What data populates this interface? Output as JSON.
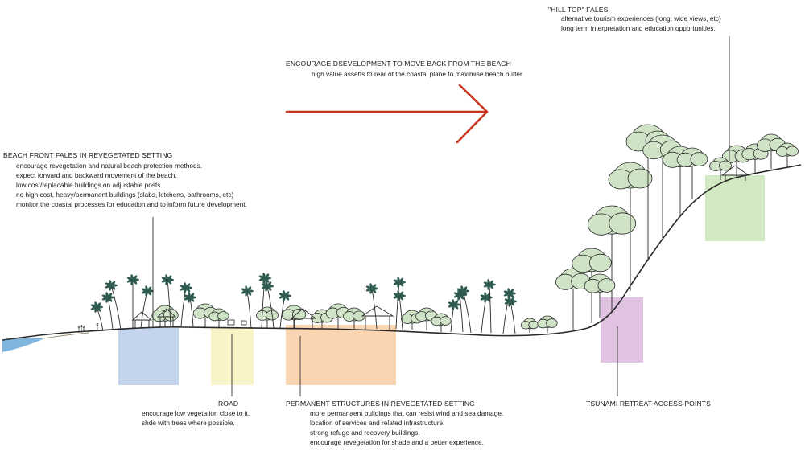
{
  "hilltop": {
    "title": "\"HILL TOP\" FALES",
    "lines": [
      "alternative tourism experiences (long, wide views, etc)",
      "long term interpretation and education opportunities."
    ],
    "color": "#c6e3b4"
  },
  "arrow_note": {
    "title": "ENCOURAGE DSEVELOPMENT TO MOVE BACK FROM THE BEACH",
    "subtitle": "high value assetts to rear of the coastal plane to maximise beach buffer",
    "arrow_color": "#c8341e"
  },
  "beachfront": {
    "title": "BEACH FRONT FALES IN REVEGETATED SETTING",
    "lines": [
      "encourage revegetation and natural beach protection methods.",
      "expect forward and backward movement of the beach.",
      "low cost/replacable buildings on adjustable posts.",
      "no high cost, heavy/permanent buildings (slabs, kitchens, bathrooms, etc)",
      "monitor the coastal processes for education and to inform future development."
    ],
    "color": "#b7c9e8"
  },
  "road": {
    "title": "ROAD",
    "lines": [
      "encourage low vegetation close to it.",
      "shde with trees where possible."
    ],
    "color": "#f7f3c2"
  },
  "permanent": {
    "title": "PERMANENT STRUCTURES IN REVEGETATED SETTING",
    "lines": [
      "more permanaent buildings that can resist wind and sea damage.",
      "location of services and related infrastructure.",
      "strong refuge and recovery buildings.",
      "encourage revegetation for shade and a better experience."
    ],
    "color": "#f8cfa3"
  },
  "tsunami": {
    "title": "TSUNAMI RETREAT ACCESS POINTS",
    "color": "#d9b8db"
  },
  "colors": {
    "sea": "#6aa8d8",
    "tree_fill": "#cfe3c7",
    "palm": "#2e5a50",
    "ink": "#2a2a2a"
  }
}
